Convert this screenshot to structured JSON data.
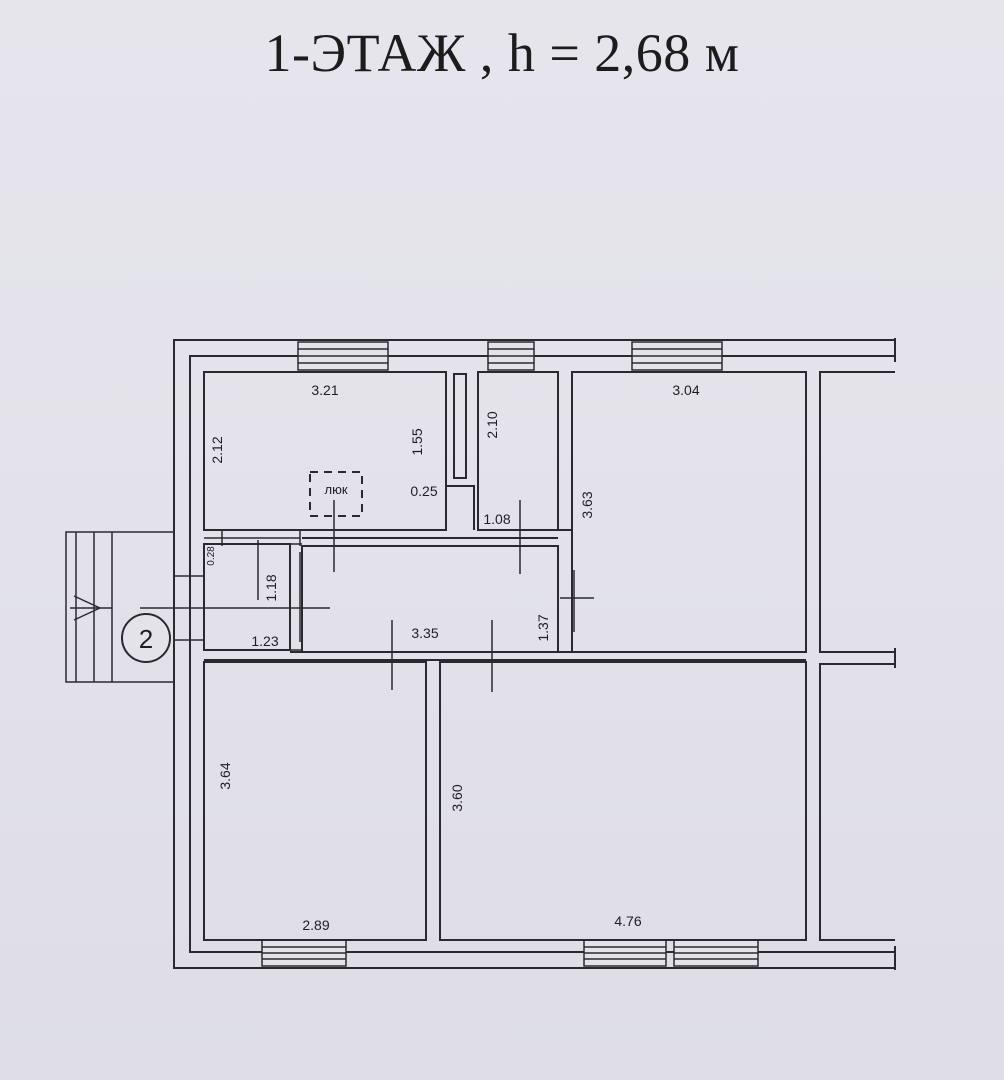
{
  "title": "1-ЭТАЖ , h = 2,68 м",
  "labels": {
    "hatch": "люк",
    "entrance": "2"
  },
  "dimensions": {
    "room_top_left_width": "3.21",
    "room_top_left_height": "2.12",
    "niche_height": "1.55",
    "niche_depth": "0.25",
    "closet_height": "2.10",
    "closet_width": "1.08",
    "room_top_right_width": "3.04",
    "room_top_right_height": "3.63",
    "vestibule_gap": "0.28",
    "vestibule_height": "1.18",
    "vestibule_width": "1.23",
    "hall_width": "3.35",
    "hall_height": "1.37",
    "room_bottom_left_height": "3.64",
    "room_bottom_left_width": "2.89",
    "room_bottom_mid_height": "3.60",
    "room_bottom_mid_width": "4.76"
  }
}
